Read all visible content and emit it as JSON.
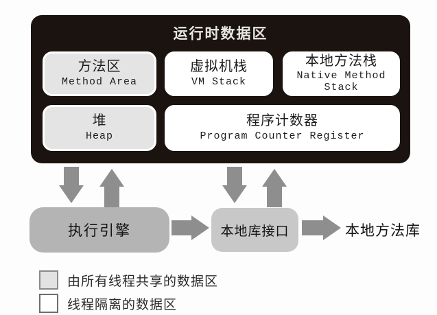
{
  "runtime": {
    "title": "运行时数据区",
    "boxes": [
      {
        "zh": "方法区",
        "en": "Method Area",
        "type": "shared"
      },
      {
        "zh": "虚拟机栈",
        "en": "VM Stack",
        "type": "isolated"
      },
      {
        "zh": "本地方法栈",
        "en": "Native Method Stack",
        "type": "isolated"
      },
      {
        "zh": "堆",
        "en": "Heap",
        "type": "shared"
      },
      {
        "zh": "程序计数器",
        "en": "Program Counter Register",
        "type": "isolated"
      }
    ]
  },
  "flow": {
    "execution_engine": "执行引擎",
    "native_interface": "本地库接口",
    "native_library": "本地方法库"
  },
  "legend": {
    "items": [
      {
        "label": "由所有线程共享的数据区",
        "swatch": "shared"
      },
      {
        "label": "线程隔离的数据区",
        "swatch": "isolated"
      }
    ]
  },
  "colors": {
    "container_bg": "#1b1310",
    "shared_box_bg": "#e4e4e4",
    "isolated_box_bg": "#ffffff",
    "arrow": "#8e8e8e",
    "engine_box_bg": "#b4b4b4",
    "interface_box_bg": "#c8c8c8"
  }
}
